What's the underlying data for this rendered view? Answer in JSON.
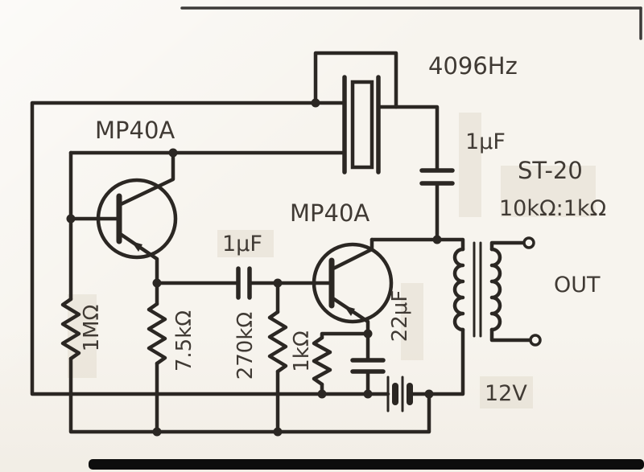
{
  "colors": {
    "paper": "#f7f4ee",
    "ink": "#2b2723",
    "label": "#403a34"
  },
  "schematic": {
    "crystal": {
      "frequency_label": "4096Hz"
    },
    "transistors": {
      "q1_label": "MP40A",
      "q2_label": "MP40A"
    },
    "capacitors": {
      "c1_label": "1μF",
      "c2_label": "1μF",
      "c3_label": "22μF"
    },
    "resistors": {
      "r1_label": "1MΩ",
      "r2_label": "7.5kΩ",
      "r3_label": "270kΩ",
      "r4_label": "1kΩ"
    },
    "transformer": {
      "model_label": "ST-20",
      "ratio_label": "10kΩ:1kΩ"
    },
    "power": {
      "battery_label": "12V"
    },
    "output": {
      "label": "OUT"
    }
  }
}
